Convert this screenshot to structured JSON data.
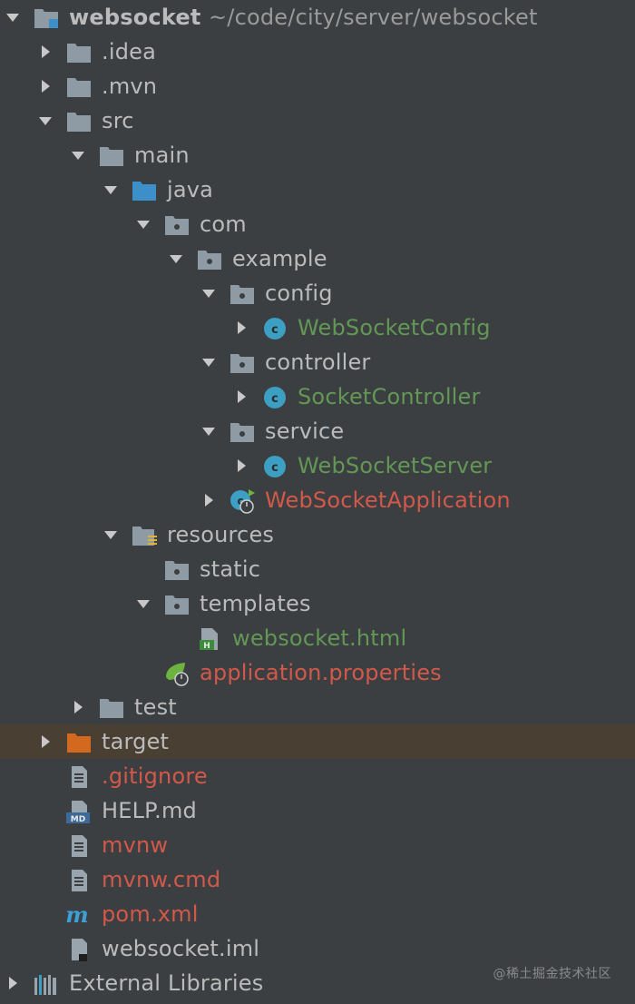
{
  "project": {
    "name": "websocket",
    "path": "~/code/city/server/websocket"
  },
  "tree": [
    {
      "label": "websocket",
      "extra": "~/code/city/server/websocket",
      "depth": 0,
      "arrow": "down",
      "icon": "module-folder-icon",
      "color": "bold"
    },
    {
      "label": ".idea",
      "depth": 1,
      "arrow": "right",
      "icon": "folder-icon",
      "color": "normal"
    },
    {
      "label": ".mvn",
      "depth": 1,
      "arrow": "right",
      "icon": "folder-icon",
      "color": "normal"
    },
    {
      "label": "src",
      "depth": 1,
      "arrow": "down",
      "icon": "folder-icon",
      "color": "normal"
    },
    {
      "label": "main",
      "depth": 2,
      "arrow": "down",
      "icon": "folder-icon",
      "color": "normal"
    },
    {
      "label": "java",
      "depth": 3,
      "arrow": "down",
      "icon": "source-folder-icon",
      "color": "normal"
    },
    {
      "label": "com",
      "depth": 4,
      "arrow": "down",
      "icon": "package-icon",
      "color": "normal"
    },
    {
      "label": "example",
      "depth": 5,
      "arrow": "down",
      "icon": "package-icon",
      "color": "normal"
    },
    {
      "label": "config",
      "depth": 6,
      "arrow": "down",
      "icon": "package-icon",
      "color": "normal"
    },
    {
      "label": "WebSocketConfig",
      "depth": 7,
      "arrow": "right",
      "icon": "java-class-icon",
      "color": "green"
    },
    {
      "label": "controller",
      "depth": 6,
      "arrow": "down",
      "icon": "package-icon",
      "color": "normal"
    },
    {
      "label": "SocketController",
      "depth": 7,
      "arrow": "right",
      "icon": "java-class-icon",
      "color": "green"
    },
    {
      "label": "service",
      "depth": 6,
      "arrow": "down",
      "icon": "package-icon",
      "color": "normal"
    },
    {
      "label": "WebSocketServer",
      "depth": 7,
      "arrow": "right",
      "icon": "java-class-icon",
      "color": "green"
    },
    {
      "label": "WebSocketApplication",
      "depth": 6,
      "arrow": "right",
      "icon": "spring-boot-class-icon",
      "color": "red"
    },
    {
      "label": "resources",
      "depth": 3,
      "arrow": "down",
      "icon": "resources-folder-icon",
      "color": "normal"
    },
    {
      "label": "static",
      "depth": 4,
      "arrow": "none",
      "icon": "package-icon",
      "color": "normal"
    },
    {
      "label": "templates",
      "depth": 4,
      "arrow": "down",
      "icon": "package-icon",
      "color": "normal"
    },
    {
      "label": "websocket.html",
      "depth": 5,
      "arrow": "none",
      "icon": "html-file-icon",
      "color": "green"
    },
    {
      "label": "application.properties",
      "depth": 4,
      "arrow": "none",
      "icon": "spring-properties-icon",
      "color": "red"
    },
    {
      "label": "test",
      "depth": 2,
      "arrow": "right",
      "icon": "folder-icon",
      "color": "normal"
    },
    {
      "label": "target",
      "depth": 1,
      "arrow": "right",
      "icon": "excluded-folder-icon",
      "color": "normal",
      "highlight": true
    },
    {
      "label": ".gitignore",
      "depth": 1,
      "arrow": "none",
      "icon": "text-file-icon",
      "color": "red"
    },
    {
      "label": "HELP.md",
      "depth": 1,
      "arrow": "none",
      "icon": "markdown-file-icon",
      "color": "normal"
    },
    {
      "label": "mvnw",
      "depth": 1,
      "arrow": "none",
      "icon": "text-file-icon",
      "color": "red"
    },
    {
      "label": "mvnw.cmd",
      "depth": 1,
      "arrow": "none",
      "icon": "text-file-icon",
      "color": "red"
    },
    {
      "label": "pom.xml",
      "depth": 1,
      "arrow": "none",
      "icon": "maven-icon",
      "color": "red"
    },
    {
      "label": "websocket.iml",
      "depth": 1,
      "arrow": "none",
      "icon": "iml-file-icon",
      "color": "normal"
    },
    {
      "label": "External Libraries",
      "depth": 0,
      "arrow": "right",
      "icon": "libraries-icon",
      "color": "normal"
    }
  ],
  "watermark": "@稀土掘金技术社区",
  "colors": {
    "background": "#3c3f41",
    "text": "#bbbbbb",
    "green": "#629755",
    "red": "#d2584a",
    "highlight_row": "#4a3f33",
    "folder": "#8e9aa4",
    "source_folder": "#3d8fc9",
    "excluded_folder": "#d2691e",
    "class_icon": "#3d9fc4"
  }
}
